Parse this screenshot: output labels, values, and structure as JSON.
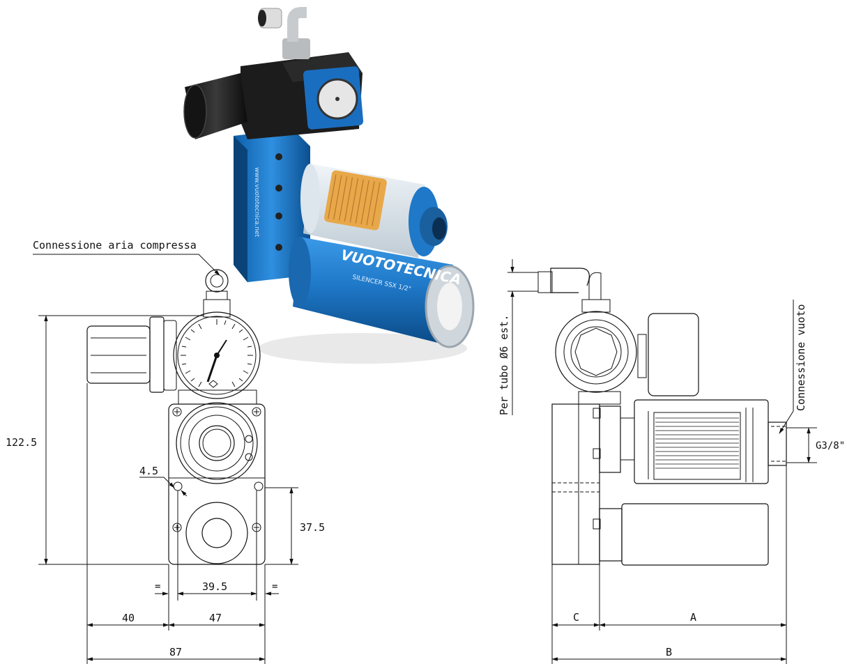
{
  "labels": {
    "compressed_air": "Connessione aria compressa",
    "vacuum_connection": "Connessione vuoto",
    "tube": "Per tubo Ø6 est.",
    "thread": "G3/8\""
  },
  "front_view": {
    "height_total": "122.5",
    "hole_dia": "4.5",
    "hole_height": "37.5",
    "hole_spacing": "39.5",
    "equal_left": "=",
    "equal_right": "=",
    "width_left": "40",
    "width_body": "47",
    "width_total": "87"
  },
  "side_view": {
    "dim_c": "C",
    "dim_a": "A",
    "dim_b": "B"
  },
  "photo": {
    "brand": "VUOTOTECNICA",
    "silencer": "SILENCER SSX 1/2\"",
    "website": "www.vuototecnica.net"
  }
}
